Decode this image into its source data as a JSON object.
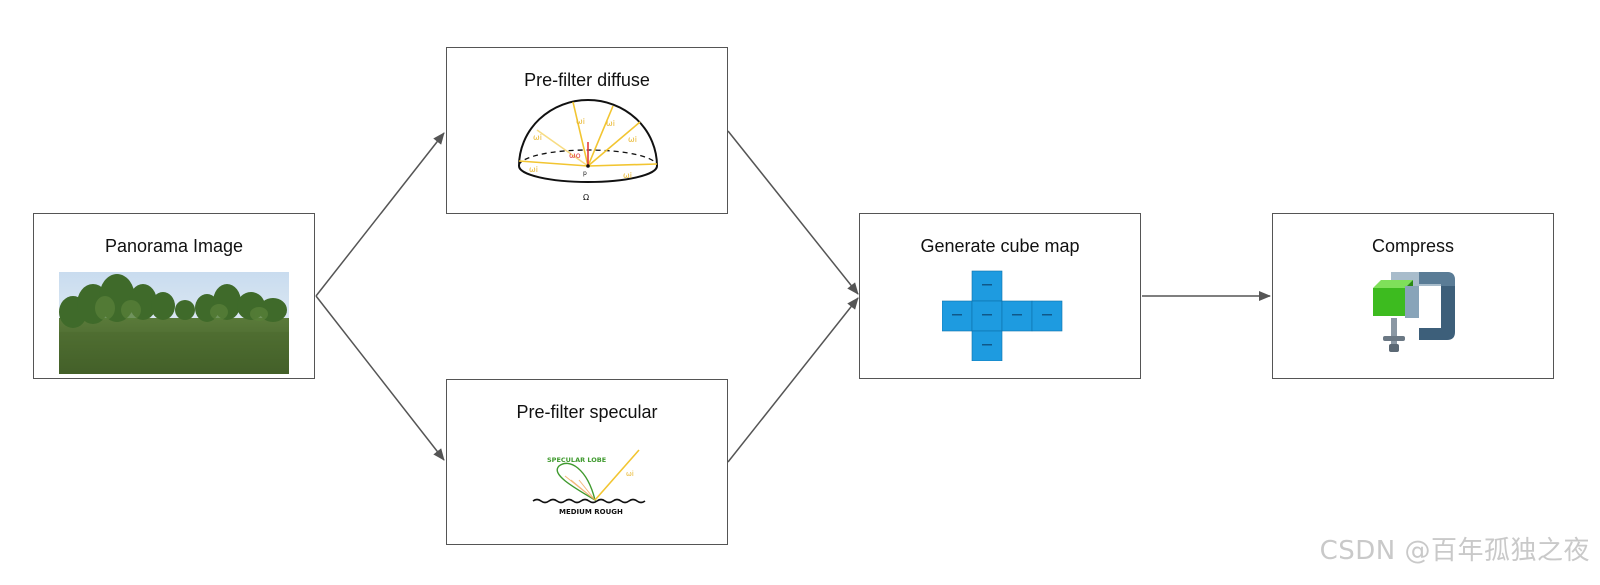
{
  "nodes": {
    "panorama": {
      "title": "Panorama Image"
    },
    "diffuse": {
      "title": "Pre-filter diffuse",
      "omega_label": "Ω",
      "point_label": "p",
      "omega_i": "ωi",
      "omega_o": "ωo"
    },
    "specular": {
      "title": "Pre-filter specular",
      "lobe_label": "SPECULAR LOBE",
      "surface_label": "MEDIUM ROUGH",
      "omega_i": "ωi"
    },
    "cubemap": {
      "title": "Generate cube map"
    },
    "compress": {
      "title": "Compress"
    }
  },
  "edges": [
    {
      "from": "panorama",
      "to": "diffuse"
    },
    {
      "from": "panorama",
      "to": "specular"
    },
    {
      "from": "diffuse",
      "to": "cubemap"
    },
    {
      "from": "specular",
      "to": "cubemap"
    },
    {
      "from": "cubemap",
      "to": "compress"
    }
  ],
  "watermark": "CSDN @百年孤独之夜",
  "colors": {
    "border": "#555555",
    "arrow": "#555555",
    "cube": "#1e9be0",
    "clamp_green": "#3dbb1f",
    "clamp_body": "#3d5f7a",
    "ray": "#f2c531"
  }
}
